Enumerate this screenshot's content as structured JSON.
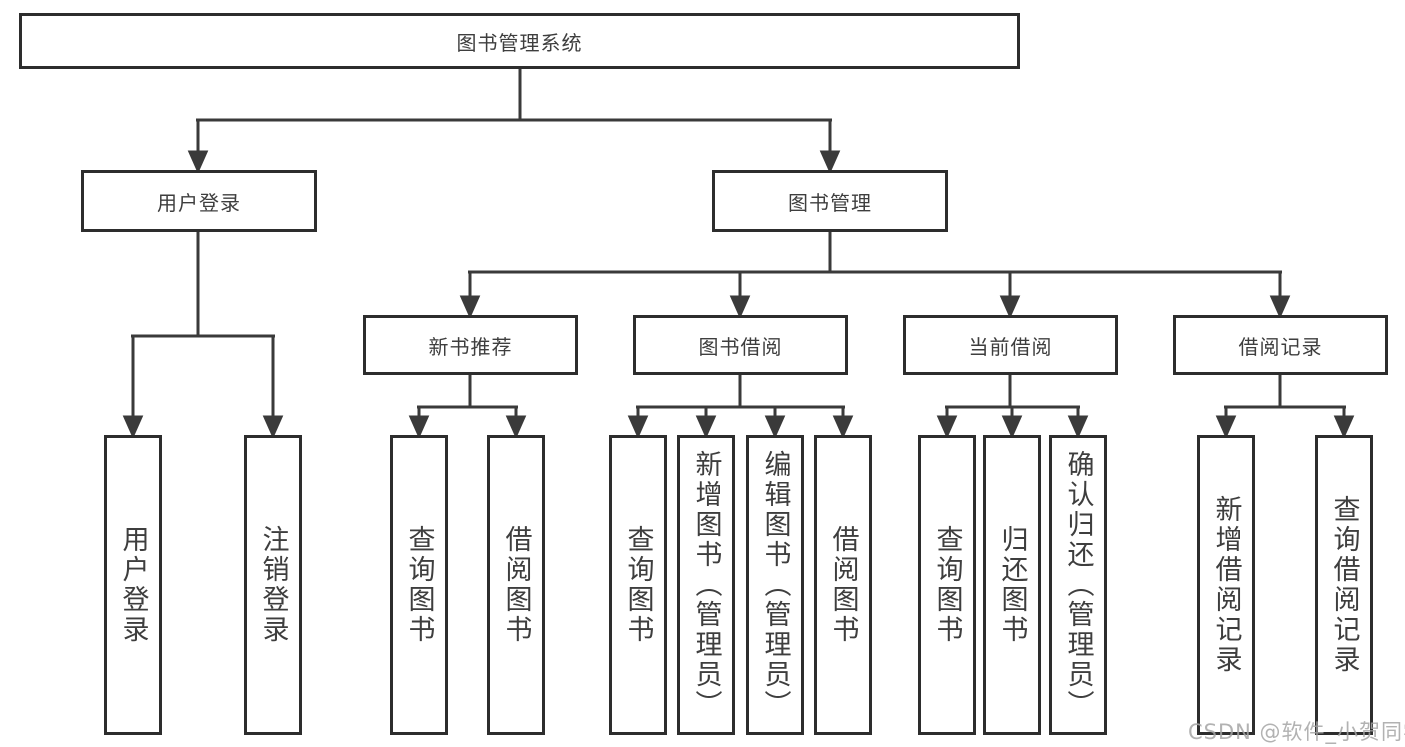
{
  "tree": {
    "root": {
      "label": "图书管理系统"
    },
    "branches": [
      {
        "label": "用户登录",
        "children": [
          {
            "label": "用户登录"
          },
          {
            "label": "注销登录"
          }
        ]
      },
      {
        "label": "图书管理",
        "children": [
          {
            "label": "新书推荐",
            "children": [
              {
                "label": "查询图书"
              },
              {
                "label": "借阅图书"
              }
            ]
          },
          {
            "label": "图书借阅",
            "children": [
              {
                "label": "查询图书"
              },
              {
                "label": "新增图书（管理员）"
              },
              {
                "label": "编辑图书（管理员）"
              },
              {
                "label": "借阅图书"
              }
            ]
          },
          {
            "label": "当前借阅",
            "children": [
              {
                "label": "查询图书"
              },
              {
                "label": "归还图书"
              },
              {
                "label": "确认归还（管理员）"
              }
            ]
          },
          {
            "label": "借阅记录",
            "children": [
              {
                "label": "新增借阅记录"
              },
              {
                "label": "查询借阅记录"
              }
            ]
          }
        ]
      }
    ]
  },
  "watermark": "CSDN @软件_小贺同学",
  "colors": {
    "background": "#ffffff",
    "box_border": "#2d2d2d",
    "connector_line": "#3a3a3a",
    "text": "#3e3e3e",
    "watermark": "#a5a5a5"
  }
}
